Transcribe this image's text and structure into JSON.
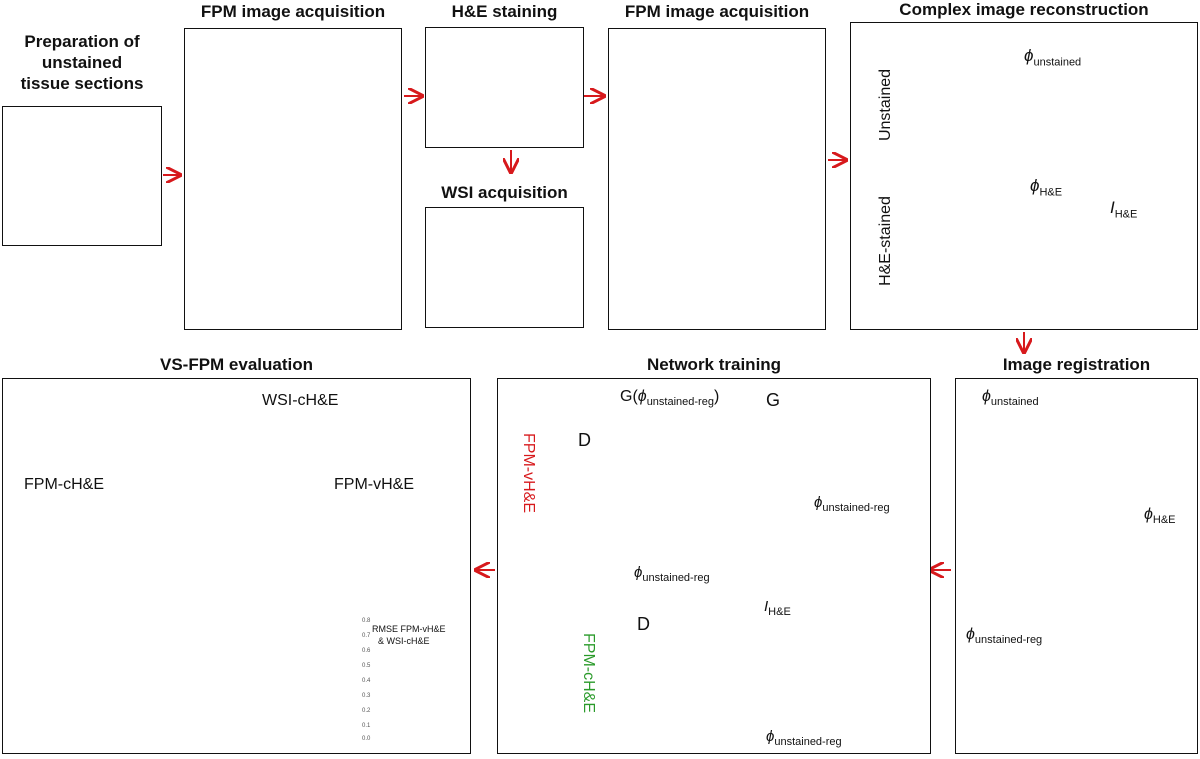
{
  "titles": {
    "prep": [
      "Preparation of",
      "unstained",
      "tissue sections"
    ],
    "fpm1": "FPM image acquisition",
    "he_stain": "H&E staining",
    "fpm2": "FPM image acquisition",
    "wsi": "WSI acquisition",
    "recon": "Complex image reconstruction",
    "registration": "Image registration",
    "training": "Network training",
    "evaluation": "VS-FPM evaluation"
  },
  "recon": {
    "unstained_label": "Unstained",
    "stained_label": "H&E-stained",
    "phi_unstained": "ϕ",
    "phi_unstained_sub": "unstained",
    "phi_he": "ϕ",
    "phi_he_sub": "H&E",
    "i_he": "I",
    "i_he_sub": "H&E"
  },
  "registration": {
    "phi_unstained": "ϕ",
    "phi_unstained_sub": "unstained",
    "phi_he": "ϕ",
    "phi_he_sub": "H&E",
    "phi_reg": "ϕ",
    "phi_reg_sub": "unstained-reg"
  },
  "training": {
    "g_label": "G",
    "d_label_top": "D",
    "d_label_bottom": "D",
    "g_output": "G(",
    "g_output_phi": "ϕ",
    "g_output_sub": "unstained-reg",
    "g_output_close": ")",
    "phi_reg_right": "ϕ",
    "phi_reg_right_sub": "unstained-reg",
    "phi_reg_mid": "ϕ",
    "phi_reg_mid_sub": "unstained-reg",
    "phi_reg_bottom": "ϕ",
    "phi_reg_bottom_sub": "unstained-reg",
    "i_he": "I",
    "i_he_sub": "H&E",
    "vhe_label": "FPM-vH&E",
    "che_label": "FPM-cH&E"
  },
  "evaluation": {
    "wsi": "WSI-cH&E",
    "fpm_che": "FPM-cH&E",
    "fpm_vhe": "FPM-vH&E",
    "rmse_line1": "RMSE FPM-vH&E",
    "rmse_line2": "& WSI-cH&E",
    "yticks": [
      "0.8",
      "0.7",
      "0.6",
      "0.5",
      "0.4",
      "0.3",
      "0.2",
      "0.1",
      "0.0"
    ]
  },
  "colors": {
    "arrow": "#d7191c",
    "green_frame": "#3a9b2a",
    "blue_frame": "#1f6f8b",
    "red_frame": "#d7191c",
    "vhe_text": "#d7191c",
    "che_text": "#2a9a2a",
    "dash": "#1f5e7a"
  }
}
